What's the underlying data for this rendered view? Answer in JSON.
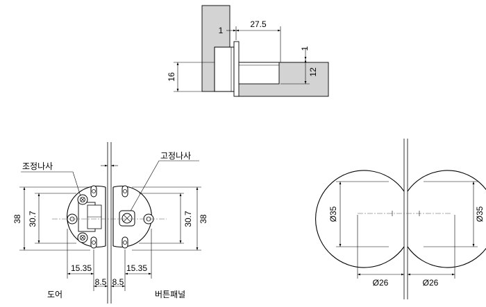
{
  "top_view": {
    "dim_gap": "1",
    "dim_length": "27.5",
    "dim_top_gap": "1",
    "dim_height": "12",
    "dim_total_height": "16"
  },
  "front_view": {
    "label_adjust_screw": "조정나사",
    "label_fix_screw": "고정나사",
    "dim_left_outer": "38",
    "dim_left_inner": "30.7",
    "dim_right_inner": "30.7",
    "dim_right_outer": "38",
    "dim_left_offset": "15.35",
    "dim_right_offset": "15.35",
    "dim_gap_left": "8.5",
    "dim_gap_right": "8.5",
    "label_door": "도어",
    "label_panel": "버튼패널"
  },
  "circle_view": {
    "dim_left_dia": "Ø35",
    "dim_right_dia": "Ø35",
    "dim_left_width": "Ø26",
    "dim_right_width": "Ø26"
  }
}
